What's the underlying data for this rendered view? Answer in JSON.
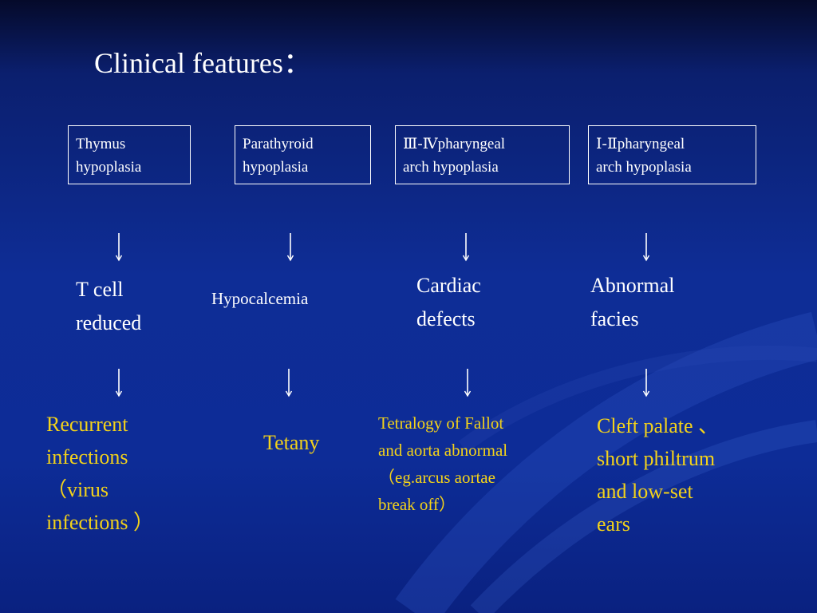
{
  "title": "Clinical features：",
  "columns": [
    {
      "cause": [
        "Thymus",
        "hypoplasia"
      ],
      "effect": [
        "T cell",
        "reduced"
      ],
      "outcome": [
        "Recurrent",
        "infections",
        "（virus",
        "infections ）"
      ]
    },
    {
      "cause": [
        "Parathyroid",
        "hypoplasia"
      ],
      "effect": [
        "Hypocalcemia"
      ],
      "outcome": [
        "Tetany"
      ]
    },
    {
      "cause": [
        "Ⅲ-Ⅳpharyngeal",
        "arch hypoplasia"
      ],
      "effect": [
        "Cardiac",
        "defects"
      ],
      "outcome": [
        "Tetralogy of  Fallot",
        "and aorta abnormal",
        "（eg.arcus aortae",
        "break off）"
      ]
    },
    {
      "cause": [
        "Ⅰ-Ⅱpharyngeal",
        "arch hypoplasia"
      ],
      "effect": [
        "Abnormal",
        "facies"
      ],
      "outcome": [
        "Cleft palate 、",
        "short philtrum",
        "and low-set",
        "ears"
      ]
    }
  ],
  "colors": {
    "background": "#0e2d96",
    "text": "#ffffff",
    "outcome_text": "#f3d21a"
  }
}
